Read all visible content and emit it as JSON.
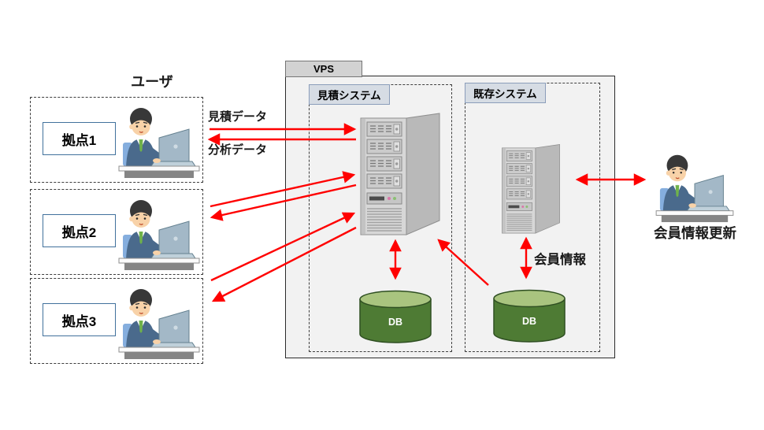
{
  "user_group": {
    "title": "ユーザ",
    "sites": [
      {
        "label": "拠点1"
      },
      {
        "label": "拠点2"
      },
      {
        "label": "拠点3"
      }
    ]
  },
  "flow_labels": {
    "estimate_data": "見積データ",
    "analysis_data": "分析データ",
    "member_info": "会員情報"
  },
  "vps": {
    "label": "VPS",
    "systems": [
      {
        "label": "見積システム",
        "db_label": "DB"
      },
      {
        "label": "既存システム",
        "db_label": "DB"
      }
    ]
  },
  "right_user": {
    "label": "会員情報更新"
  },
  "colors": {
    "arrow": "#ff0000",
    "vps_fill": "#f2f2f2",
    "system_label_fill": "#d6dce4",
    "system_label_border": "#8b9dba",
    "site_box_border": "#41719c",
    "db_body": "#4e7b34",
    "db_top": "#a9c47f",
    "db_outline": "#2f4f22"
  }
}
